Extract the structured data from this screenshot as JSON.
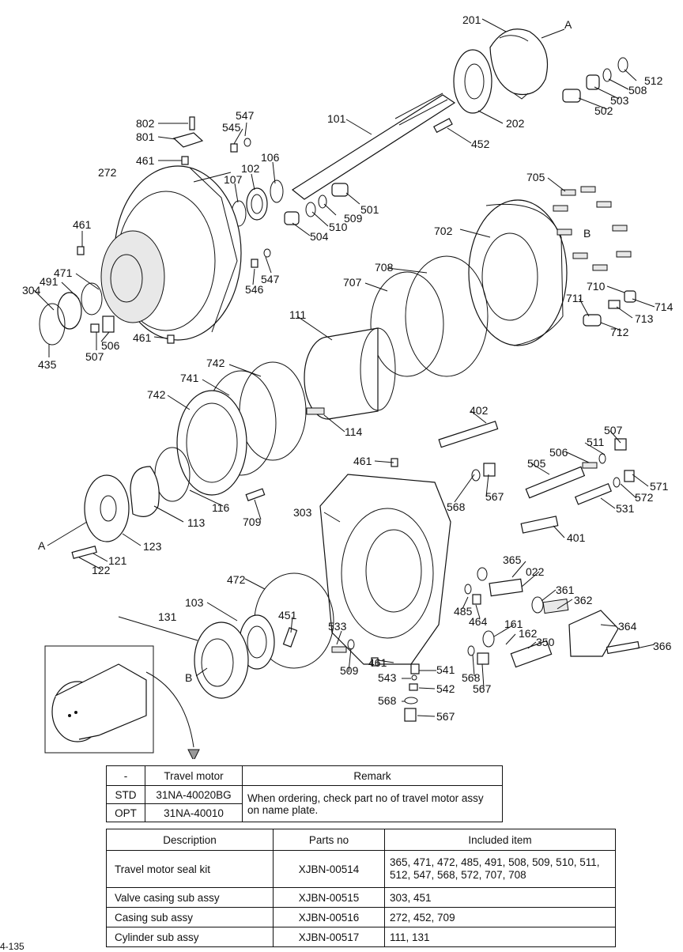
{
  "diagram": {
    "callouts": [
      {
        "id": "c201",
        "text": "201"
      },
      {
        "id": "cA1",
        "text": "A"
      },
      {
        "id": "c512",
        "text": "512"
      },
      {
        "id": "c508",
        "text": "508"
      },
      {
        "id": "c503",
        "text": "503"
      },
      {
        "id": "c502",
        "text": "502"
      },
      {
        "id": "c202",
        "text": "202"
      },
      {
        "id": "c452",
        "text": "452"
      },
      {
        "id": "c101",
        "text": "101"
      },
      {
        "id": "c547a",
        "text": "547"
      },
      {
        "id": "c545",
        "text": "545"
      },
      {
        "id": "c802",
        "text": "802"
      },
      {
        "id": "c801",
        "text": "801"
      },
      {
        "id": "c461a",
        "text": "461"
      },
      {
        "id": "c272",
        "text": "272"
      },
      {
        "id": "c106",
        "text": "106"
      },
      {
        "id": "c102",
        "text": "102"
      },
      {
        "id": "c107",
        "text": "107"
      },
      {
        "id": "c501",
        "text": "501"
      },
      {
        "id": "c509a",
        "text": "509"
      },
      {
        "id": "c510",
        "text": "510"
      },
      {
        "id": "c504",
        "text": "504"
      },
      {
        "id": "c705",
        "text": "705"
      },
      {
        "id": "c702",
        "text": "702"
      },
      {
        "id": "cB1",
        "text": "B"
      },
      {
        "id": "c461b",
        "text": "461"
      },
      {
        "id": "c547b",
        "text": "547"
      },
      {
        "id": "c546",
        "text": "546"
      },
      {
        "id": "c471",
        "text": "471"
      },
      {
        "id": "c491",
        "text": "491"
      },
      {
        "id": "c304",
        "text": "304"
      },
      {
        "id": "c435",
        "text": "435"
      },
      {
        "id": "c507a",
        "text": "507"
      },
      {
        "id": "c506a",
        "text": "506"
      },
      {
        "id": "c461c",
        "text": "461"
      },
      {
        "id": "c708",
        "text": "708"
      },
      {
        "id": "c707",
        "text": "707"
      },
      {
        "id": "c710",
        "text": "710"
      },
      {
        "id": "c711",
        "text": "711"
      },
      {
        "id": "c714",
        "text": "714"
      },
      {
        "id": "c713",
        "text": "713"
      },
      {
        "id": "c712",
        "text": "712"
      },
      {
        "id": "c111",
        "text": "111"
      },
      {
        "id": "c742a",
        "text": "742"
      },
      {
        "id": "c741",
        "text": "741"
      },
      {
        "id": "c742b",
        "text": "742"
      },
      {
        "id": "c114",
        "text": "114"
      },
      {
        "id": "c402",
        "text": "402"
      },
      {
        "id": "c507b",
        "text": "507"
      },
      {
        "id": "c511",
        "text": "511"
      },
      {
        "id": "c506b",
        "text": "506"
      },
      {
        "id": "c505",
        "text": "505"
      },
      {
        "id": "c571",
        "text": "571"
      },
      {
        "id": "c572",
        "text": "572"
      },
      {
        "id": "c531",
        "text": "531"
      },
      {
        "id": "c461d",
        "text": "461"
      },
      {
        "id": "c568a",
        "text": "568"
      },
      {
        "id": "c567a",
        "text": "567"
      },
      {
        "id": "c303",
        "text": "303"
      },
      {
        "id": "c401",
        "text": "401"
      },
      {
        "id": "c116",
        "text": "116"
      },
      {
        "id": "c709",
        "text": "709"
      },
      {
        "id": "c113",
        "text": "113"
      },
      {
        "id": "cA2",
        "text": "A"
      },
      {
        "id": "c123",
        "text": "123"
      },
      {
        "id": "c121",
        "text": "121"
      },
      {
        "id": "c122",
        "text": "122"
      },
      {
        "id": "c472",
        "text": "472"
      },
      {
        "id": "c365",
        "text": "365"
      },
      {
        "id": "c022",
        "text": "022"
      },
      {
        "id": "c361",
        "text": "361"
      },
      {
        "id": "c362",
        "text": "362"
      },
      {
        "id": "c364",
        "text": "364"
      },
      {
        "id": "c366",
        "text": "366"
      },
      {
        "id": "c485",
        "text": "485"
      },
      {
        "id": "c464",
        "text": "464"
      },
      {
        "id": "c161",
        "text": "161"
      },
      {
        "id": "c162",
        "text": "162"
      },
      {
        "id": "c350",
        "text": "350"
      },
      {
        "id": "c103",
        "text": "103"
      },
      {
        "id": "c451",
        "text": "451"
      },
      {
        "id": "c131",
        "text": "131"
      },
      {
        "id": "cB2",
        "text": "B"
      },
      {
        "id": "c533",
        "text": "533"
      },
      {
        "id": "c509b",
        "text": "509"
      },
      {
        "id": "c461e",
        "text": "461"
      },
      {
        "id": "c541",
        "text": "541"
      },
      {
        "id": "c543",
        "text": "543"
      },
      {
        "id": "c542",
        "text": "542"
      },
      {
        "id": "c568b",
        "text": "568"
      },
      {
        "id": "c567b",
        "text": "567"
      },
      {
        "id": "c568c",
        "text": "568"
      },
      {
        "id": "c567c",
        "text": "567"
      }
    ]
  },
  "variant_table": {
    "headers": [
      "-",
      "Travel motor",
      "Remark"
    ],
    "rows": [
      {
        "code": "STD",
        "part": "31NA-40020BG"
      },
      {
        "code": "OPT",
        "part": "31NA-40010"
      }
    ],
    "remark": "When ordering, check part no of travel motor assy on name plate."
  },
  "parts_table": {
    "headers": [
      "Description",
      "Parts no",
      "Included item"
    ],
    "rows": [
      {
        "description": "Travel motor seal kit",
        "parts_no": "XJBN-00514",
        "included": "365, 471, 472, 485, 491, 508, 509, 510, 511, 512, 547, 568, 572, 707, 708"
      },
      {
        "description": "Valve casing sub assy",
        "parts_no": "XJBN-00515",
        "included": "303, 451"
      },
      {
        "description": "Casing sub assy",
        "parts_no": "XJBN-00516",
        "included": "272, 452, 709"
      },
      {
        "description": "Cylinder sub assy",
        "parts_no": "XJBN-00517",
        "included": "111, 131"
      }
    ]
  },
  "footer": {
    "page_code": "4-135"
  }
}
